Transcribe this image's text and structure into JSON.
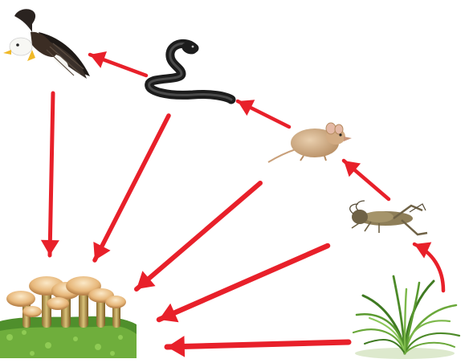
{
  "arrow_color": "#e8202a",
  "organisms": [
    {
      "id": "eagle",
      "icon": "eagle-icon"
    },
    {
      "id": "snake",
      "icon": "snake-icon"
    },
    {
      "id": "mouse",
      "icon": "mouse-icon"
    },
    {
      "id": "grasshopper",
      "icon": "grasshopper-icon"
    },
    {
      "id": "grass",
      "icon": "grass-icon"
    },
    {
      "id": "mushrooms",
      "icon": "mushrooms-icon"
    }
  ],
  "energy_flows": [
    {
      "from": "grass",
      "to": "grasshopper"
    },
    {
      "from": "grasshopper",
      "to": "mouse"
    },
    {
      "from": "mouse",
      "to": "snake"
    },
    {
      "from": "snake",
      "to": "eagle"
    },
    {
      "from": "eagle",
      "to": "mushrooms"
    },
    {
      "from": "snake",
      "to": "mushrooms"
    },
    {
      "from": "mouse",
      "to": "mushrooms"
    },
    {
      "from": "grasshopper",
      "to": "mushrooms"
    },
    {
      "from": "grass",
      "to": "mushrooms"
    }
  ]
}
